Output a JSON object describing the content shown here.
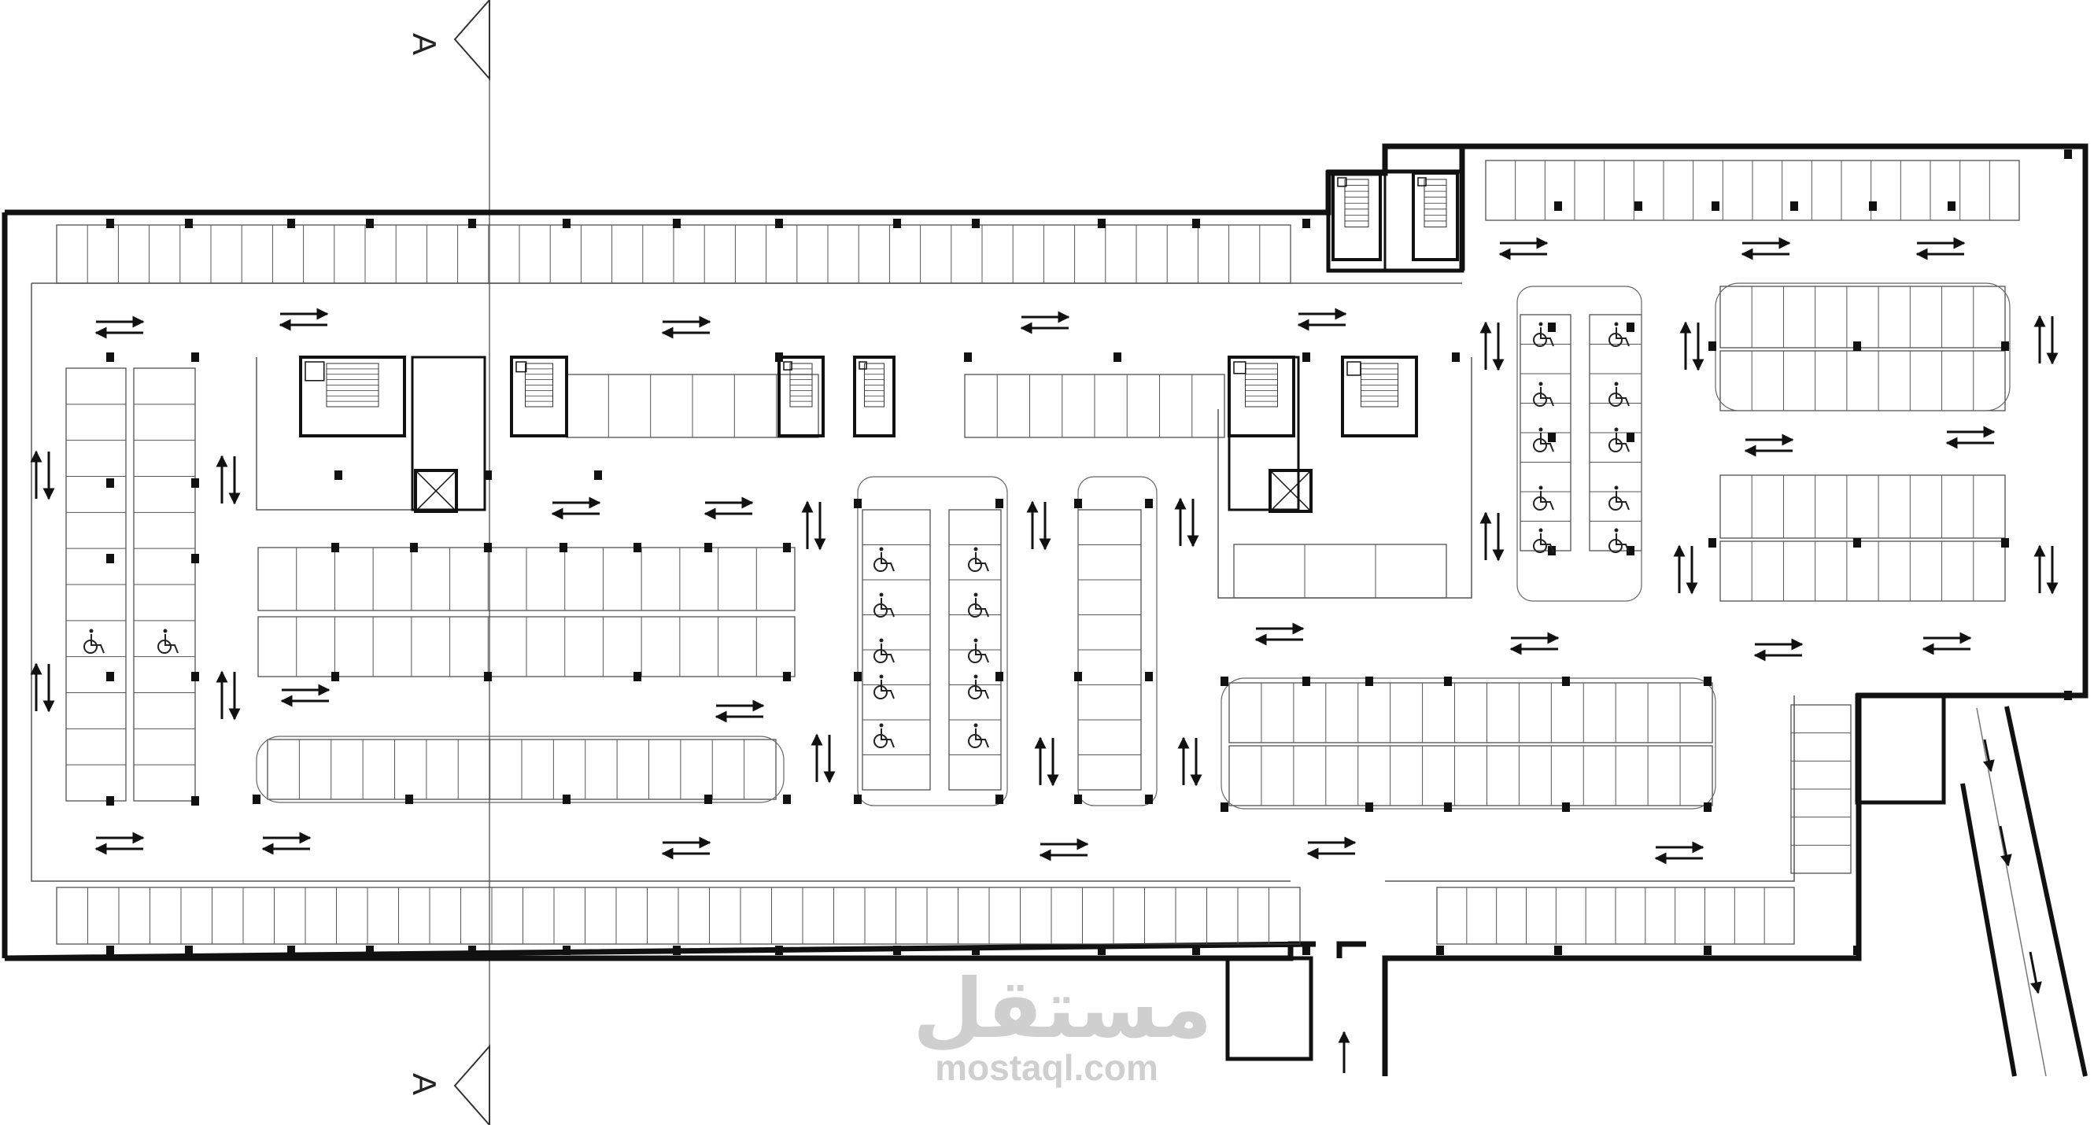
{
  "section_cut": {
    "label_top": "A",
    "label_bottom": "A"
  },
  "watermark": {
    "arabic": "مستقل",
    "latin": "mostaql.com"
  },
  "colors": {
    "line": "#111111",
    "thin": "#555555",
    "watermark": "#cfcfcf",
    "background": "#ffffff"
  },
  "icons": {
    "accessible_spot": "wheelchair-icon",
    "traffic": "two-way-arrow-icon"
  }
}
